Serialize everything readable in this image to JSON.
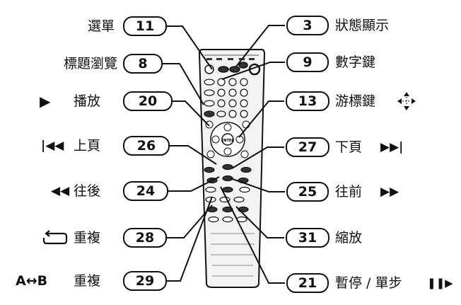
{
  "left_items": [
    {
      "number": "11",
      "label": "選單",
      "symbol": ""
    },
    {
      "number": "8",
      "label": "標題瀏覽",
      "symbol": ""
    },
    {
      "number": "20",
      "label": "播放",
      "symbol": "▶"
    },
    {
      "number": "26",
      "label": "上頁",
      "symbol": "|◀◀"
    },
    {
      "number": "24",
      "label": "往後",
      "symbol": "◀◀"
    },
    {
      "number": "28",
      "label": "重複",
      "symbol": "repeat-icon"
    },
    {
      "number": "29",
      "label": "重複",
      "symbol": "A↔B"
    }
  ],
  "right_items": [
    {
      "number": "3",
      "label": "狀態顯示",
      "symbol": ""
    },
    {
      "number": "9",
      "label": "數字鍵",
      "symbol": ""
    },
    {
      "number": "13",
      "label": "游標鍵",
      "symbol": "cursor-keys-icon"
    },
    {
      "number": "27",
      "label": "下頁",
      "symbol": "▶▶|"
    },
    {
      "number": "25",
      "label": "往前",
      "symbol": "▶▶"
    },
    {
      "number": "31",
      "label": "縮放",
      "symbol": ""
    },
    {
      "number": "21",
      "label": "暫停 / 單步",
      "symbol": "❚❚▶"
    }
  ],
  "remote_labels": {
    "enter_button": "ENTER"
  }
}
